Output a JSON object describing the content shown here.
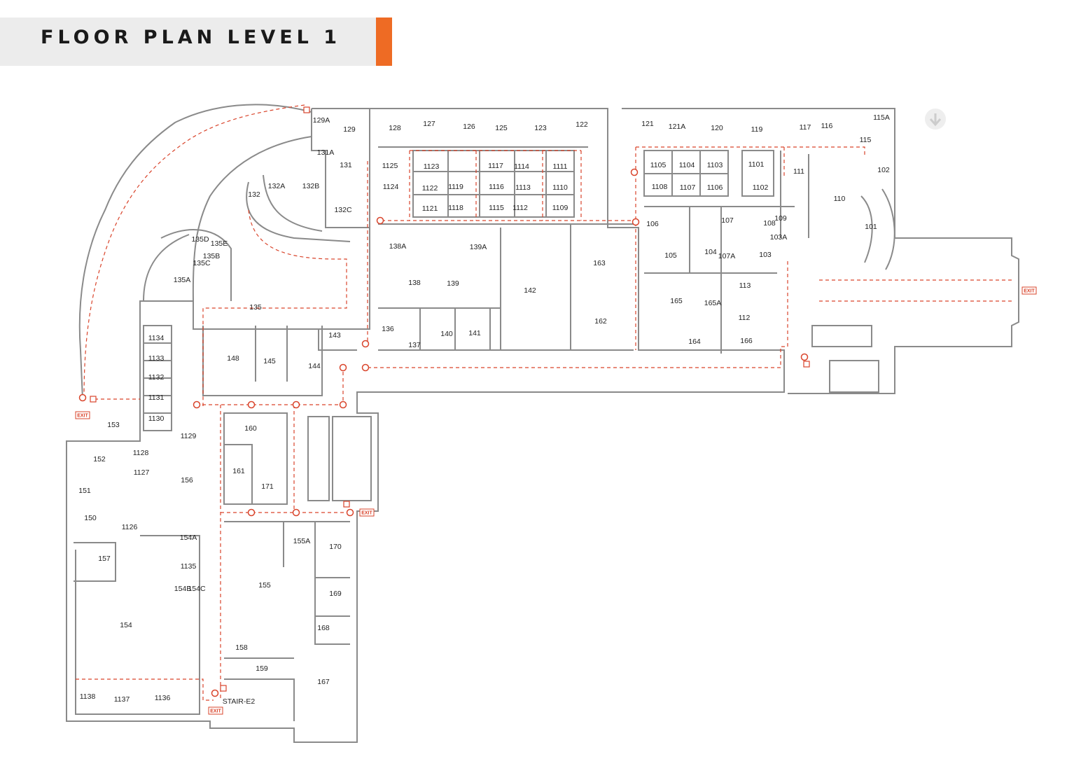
{
  "title": "FLOOR PLAN LEVEL 1",
  "colors": {
    "accent": "#ee6b24",
    "wall": "#8a8a8a",
    "route": "#d9442b",
    "title_band": "#ececec"
  },
  "exit_label": "EXIT",
  "rooms": [
    "129A",
    "129",
    "128",
    "127",
    "126",
    "125",
    "123",
    "122",
    "121",
    "121A",
    "120",
    "119",
    "117",
    "116",
    "115A",
    "115",
    "131A",
    "131",
    "1125",
    "1123",
    "1117",
    "1114",
    "1111",
    "1105",
    "1104",
    "1103",
    "1101",
    "102",
    "111",
    "132A",
    "132B",
    "132",
    "1124",
    "1122",
    "1119",
    "1116",
    "1113",
    "1110",
    "1108",
    "1107",
    "1106",
    "1102",
    "110",
    "132C",
    "1121",
    "1118",
    "1115",
    "1112",
    "1109",
    "106",
    "107",
    "108",
    "109",
    "101",
    "103A",
    "138A",
    "139A",
    "135D",
    "135E",
    "135B",
    "135C",
    "163",
    "105",
    "104",
    "107A",
    "103",
    "135A",
    "138",
    "139",
    "142",
    "113",
    "165",
    "165A",
    "135",
    "162",
    "112",
    "136",
    "140",
    "141",
    "143",
    "137",
    "164",
    "166",
    "1134",
    "148",
    "145",
    "144",
    "1133",
    "1132",
    "1131",
    "153",
    "1130",
    "160",
    "1129",
    "1128",
    "152",
    "156",
    "1127",
    "161",
    "171",
    "151",
    "150",
    "1126",
    "154A",
    "155A",
    "170",
    "157",
    "1135",
    "155",
    "154B",
    "154C",
    "169",
    "154",
    "168",
    "158",
    "159",
    "167",
    "1138",
    "1137",
    "1136",
    "STAIR-E2"
  ],
  "exit_icon": "exit-sign-icon",
  "fire_icon": "fire-extinguisher-icon",
  "alarm_icon": "fire-alarm-icon",
  "north_icon": "north-arrow-icon"
}
